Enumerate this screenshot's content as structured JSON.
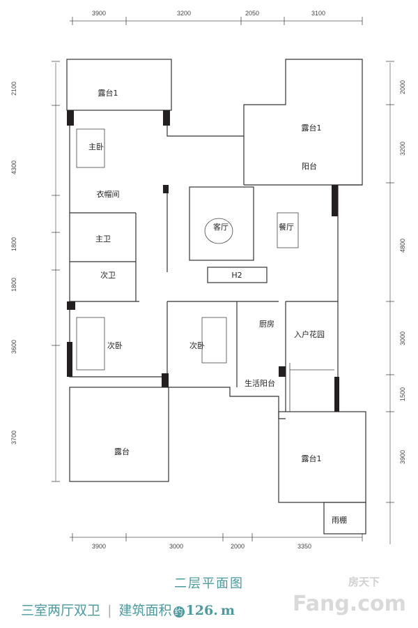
{
  "dimensions": {
    "top": [
      "3900",
      "3200",
      "2050",
      "3100"
    ],
    "bottom": [
      "3900",
      "3000",
      "2000",
      "3350"
    ],
    "left": [
      "2100",
      "4300",
      "1800",
      "1800",
      "3600",
      "3700"
    ],
    "right": [
      "2000",
      "3200",
      "4800",
      "3000",
      "1500",
      "3900"
    ]
  },
  "rooms": {
    "terrace1_top_left": "露台1",
    "master_bedroom": "主卧",
    "walk_in_closet": "衣帽间",
    "master_bath": "主卫",
    "second_bath": "次卫",
    "living_room": "客厅",
    "dining_room": "餐厅",
    "h2": "H2",
    "balcony": "阳台",
    "terrace1_top_right": "露台1",
    "bedroom_left": "次卧",
    "bedroom_mid": "次卧",
    "kitchen": "厨房",
    "entry_garden": "入户花园",
    "utility_balcony": "生活阳台",
    "terrace_bottom_left": "露台",
    "terrace1_bottom_right": "露台1",
    "canopy": "雨棚"
  },
  "title": "二层平面图",
  "subtitle": {
    "layout": "三室两厅双卫",
    "separator": "|",
    "area_label": "建筑面积",
    "approx": "约",
    "area_value": "126.",
    "unit": "m"
  },
  "watermark": {
    "brand": "Fang.com",
    "cn": "房天下"
  },
  "colors": {
    "accent": "#4b9a9e",
    "wall": "#231f20"
  }
}
